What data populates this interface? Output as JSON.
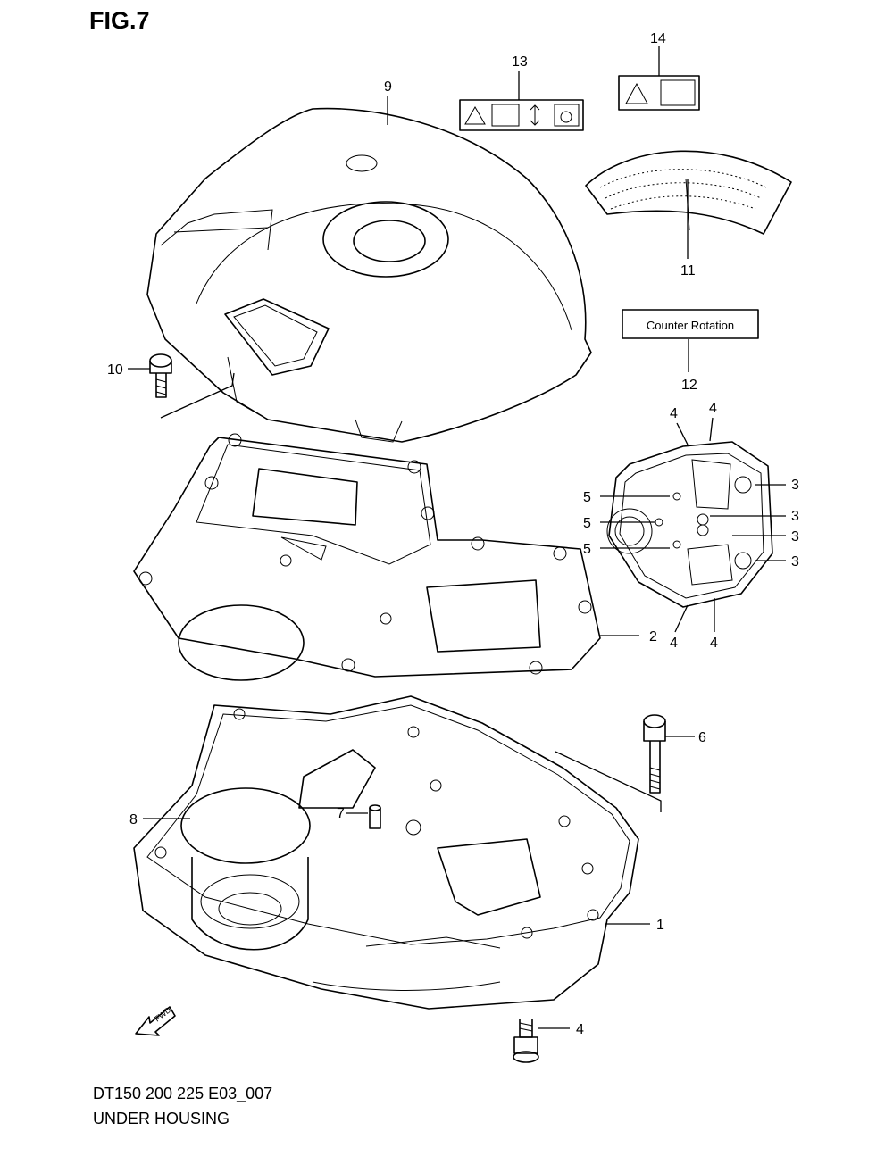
{
  "figure": {
    "title": "FIG.7"
  },
  "footer": {
    "code": "DT150 200 225 E03_007",
    "name": "UNDER HOUSING"
  },
  "labels": {
    "counter_rotation": "Counter Rotation",
    "fwd": "FWD"
  },
  "callouts": {
    "n1": "1",
    "n2": "2",
    "n3a": "3",
    "n3b": "3",
    "n3c": "3",
    "n3d": "3",
    "n4a": "4",
    "n4b": "4",
    "n4c": "4",
    "n4d": "4",
    "n4e": "4",
    "n5a": "5",
    "n5b": "5",
    "n5c": "5",
    "n6": "6",
    "n7": "7",
    "n8": "8",
    "n9": "9",
    "n10": "10",
    "n11": "11",
    "n12": "12",
    "n13": "13",
    "n14": "14"
  }
}
